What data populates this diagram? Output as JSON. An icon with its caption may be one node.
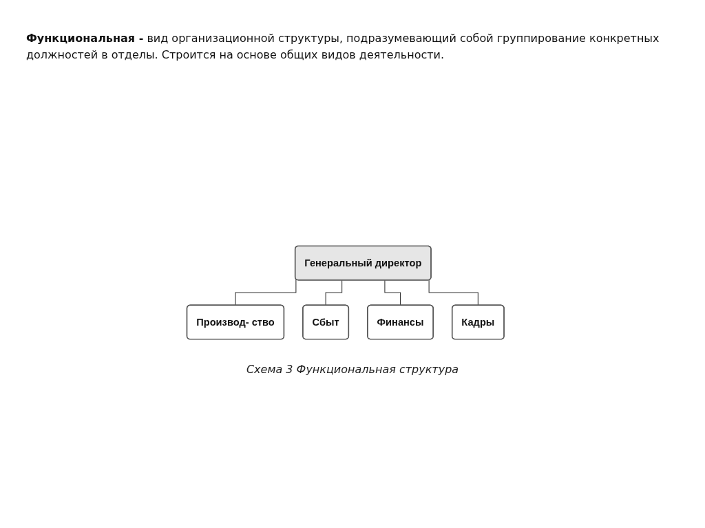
{
  "diagram": {
    "title": "**Функциональная -** вид организационной структуры, подразумевающий собой группирование конкретных должностей в отделы. Строится на основе общих видов деятельности.",
    "caption": "Схема 3 Функциональная структура",
    "nodes": [
      {
        "text": [
          "Генеральный директор"
        ]
      },
      {
        "text": [
          "Производ- ство"
        ]
      },
      {
        "text": [
          "Сбыт"
        ]
      },
      {
        "text": [
          "Финансы"
        ]
      },
      {
        "text": [
          "Кадры"
        ]
      }
    ],
    "edges": [
      {
        "from": 0,
        "to": 1,
        "arrow": "none"
      },
      {
        "from": 0,
        "to": 2,
        "arrow": "none"
      },
      {
        "from": 0,
        "to": 3,
        "arrow": "none"
      },
      {
        "from": 0,
        "to": 4,
        "arrow": "none"
      }
    ]
  }
}
